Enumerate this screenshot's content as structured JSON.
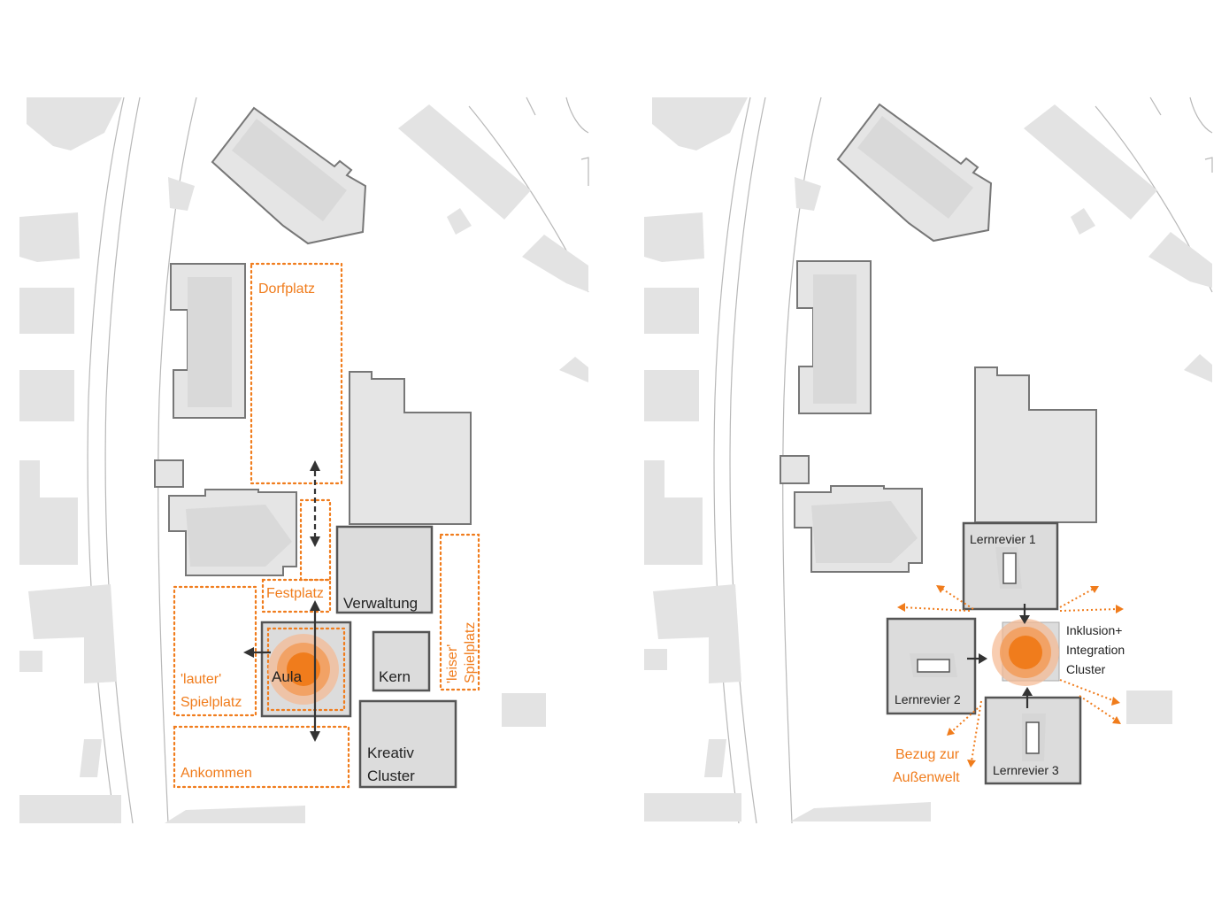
{
  "left_panel": {
    "zones": {
      "dorfplatz": "Dorfplatz",
      "festplatz": "Festplatz",
      "lauter_line1": "'lauter'",
      "lauter_line2": "Spielplatz",
      "leiser_line1": "'leiser'",
      "leiser_line2": "Spielplatz",
      "ankommen": "Ankommen"
    },
    "buildings": {
      "verwaltung": "Verwaltung",
      "aula": "Aula",
      "kern": "Kern",
      "kreativ_line1": "Kreativ",
      "kreativ_line2": "Cluster"
    }
  },
  "right_panel": {
    "buildings": {
      "lernrevier_1": "Lernrevier 1",
      "lernrevier_2": "Lernrevier 2",
      "lernrevier_3": "Lernrevier 3"
    },
    "center_label": {
      "line1": "Inklusion+",
      "line2": "Integration",
      "line3": "Cluster"
    },
    "outer_label": {
      "line1": "Bezug zur",
      "line2": "Außenwelt"
    }
  },
  "colors": {
    "accent_orange": "#f07c1c",
    "building_outline": "#555555",
    "context_gray": "#e3e3e3"
  }
}
